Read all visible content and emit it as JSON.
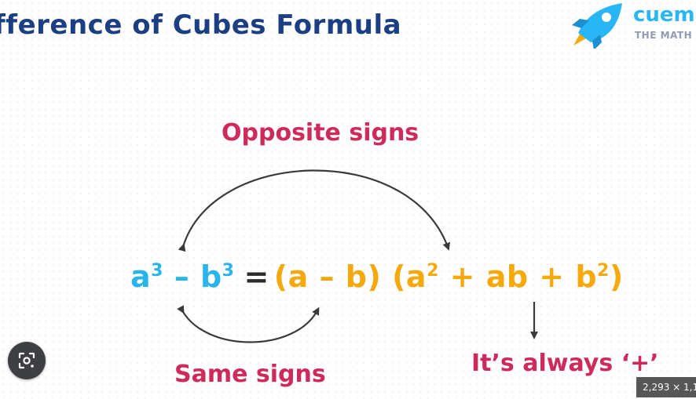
{
  "header": {
    "title": "fference of Cubes Formula"
  },
  "logo": {
    "name": "cuem",
    "tagline": "THE MATH",
    "icon": "rocket-icon"
  },
  "diagram": {
    "top_label": "Opposite signs",
    "bottom_label": "Same signs",
    "note": "It’s always ‘+’",
    "formula": {
      "lhs_a": "a",
      "lhs_exp1": "3",
      "lhs_minus": " – ",
      "lhs_b": "b",
      "lhs_exp2": "3",
      "equals": "=",
      "rhs_part1": "(a – b) (a",
      "rhs_exp1": "2",
      "rhs_part2": " + ab + b",
      "rhs_exp2": "2",
      "rhs_part3": ")"
    }
  },
  "overlay": {
    "lens_icon": "lens-search-icon",
    "image_size": "2,293 × 1,1"
  },
  "colors": {
    "title": "#1b3f82",
    "label": "#cf2a5c",
    "lhs": "#2ab4ec",
    "rhs": "#f6a90c",
    "arrow": "#3a3a3a",
    "logo": "#29b6f6"
  }
}
